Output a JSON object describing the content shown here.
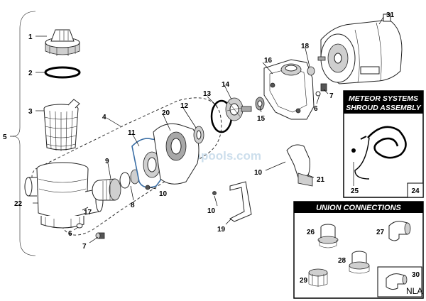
{
  "callouts": {
    "c1": "1",
    "c2": "2",
    "c3": "3",
    "c4": "4",
    "c5": "5",
    "c6a": "6",
    "c6b": "6",
    "c7a": "7",
    "c7b": "7",
    "c8": "8",
    "c9": "9",
    "c10a": "10",
    "c10b": "10",
    "c10c": "10",
    "c11": "11",
    "c12": "12",
    "c13": "13",
    "c14": "14",
    "c15": "15",
    "c16": "16",
    "c17": "17",
    "c18": "18",
    "c19": "19",
    "c20": "20",
    "c21": "21",
    "c22": "22",
    "c24": "24",
    "c25": "25",
    "c26": "26",
    "c27": "27",
    "c28": "28",
    "c29": "29",
    "c30": "30",
    "c31": "31"
  },
  "meteor_box": {
    "title_line1": "METEOR SYSTEMS",
    "title_line2": "SHROUD  ASSEMBLY",
    "ref": "24",
    "part": "25"
  },
  "union_box": {
    "title": "UNION CONNECTIONS",
    "nla": "NLA"
  },
  "watermark": "inyopools.com",
  "colors": {
    "header_bg": "#000000",
    "line": "#222222",
    "watermark": "#bcd4e6"
  }
}
